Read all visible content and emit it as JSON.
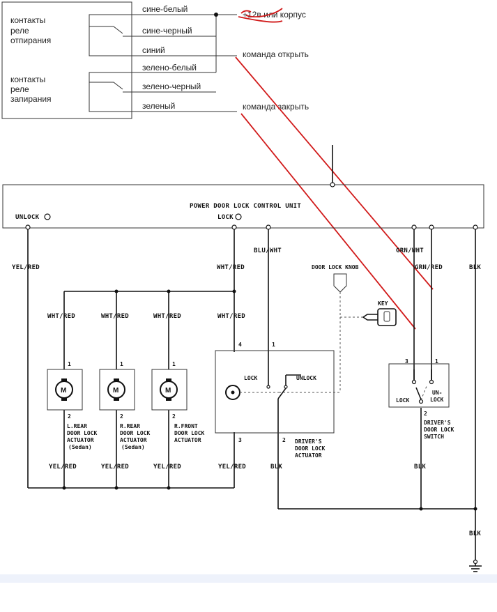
{
  "colors": {
    "ink": "#111111",
    "annotation_red": "#d11a1a",
    "footer_band": "#eef2fb"
  },
  "relay_box": {
    "unlock_relay_label": [
      "контакты",
      "реле",
      "отпирания"
    ],
    "lock_relay_label": [
      "контакты",
      "реле",
      "запирания"
    ],
    "wires": [
      "сине-белый",
      "сине-черный",
      "синий",
      "зелено-белый",
      "зелено-черный",
      "зеленый"
    ]
  },
  "annotations": {
    "power_text": "+12в или корпус",
    "open_command": "команда открыть",
    "close_command": "команда закрыть"
  },
  "control_unit": {
    "title": "POWER DOOR LOCK CONTROL UNIT",
    "unlock_terminal": "UNLOCK",
    "lock_terminal": "LOCK"
  },
  "wire_labels": {
    "yel_red": "YEL/RED",
    "wht_red": "WHT/RED",
    "blu_wht": "BLU/WHT",
    "grn_wht": "GRN/WHT",
    "grn_red": "GRN/RED",
    "blk": "BLK"
  },
  "pins": {
    "p1": "1",
    "p2": "2",
    "p3": "3",
    "p4": "4"
  },
  "door_lock_knob": "DOOR LOCK KNOB",
  "key": "KEY",
  "motor_symbol": "M",
  "actuators": [
    {
      "lines": [
        "L.REAR",
        "DOOR LOCK",
        "ACTUATOR",
        "(Sedan)"
      ]
    },
    {
      "lines": [
        "R.REAR",
        "DOOR LOCK",
        "ACTUATOR",
        "(Sedan)"
      ]
    },
    {
      "lines": [
        "R.FRONT",
        "DOOR LOCK",
        "ACTUATOR"
      ]
    }
  ],
  "driver_actuator": {
    "lock": "LOCK",
    "unlock": "UNLOCK",
    "lines": [
      "DRIVER'S",
      "DOOR LOCK",
      "ACTUATOR"
    ]
  },
  "driver_switch": {
    "lock": "LOCK",
    "unlock_lines": [
      "UN-",
      "LOCK"
    ],
    "lines": [
      "DRIVER'S",
      "DOOR LOCK",
      "SWITCH"
    ]
  }
}
